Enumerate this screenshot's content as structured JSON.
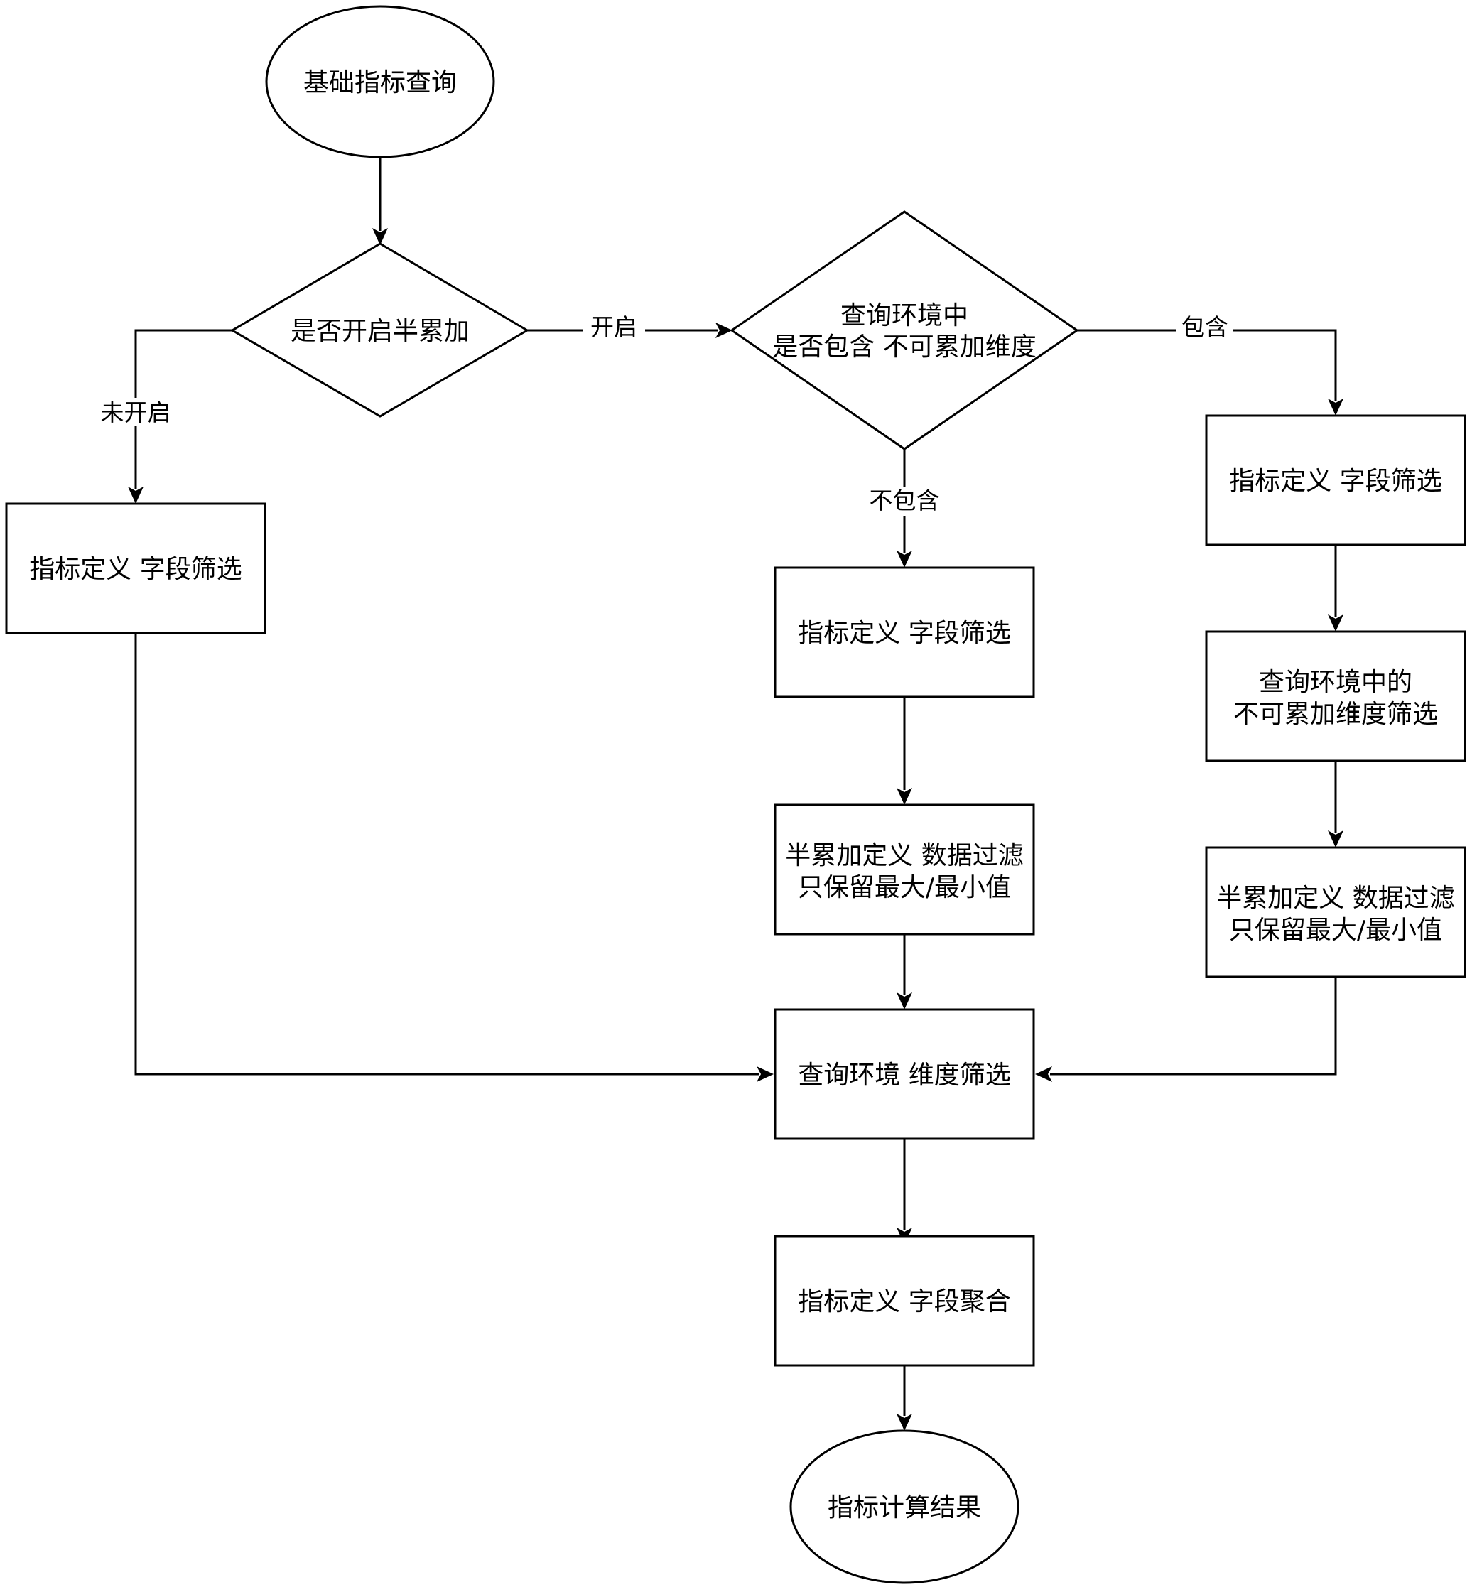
{
  "nodes": {
    "start": {
      "shape": "ellipse",
      "lines": [
        "基础指标查询"
      ]
    },
    "decision_semi_additive": {
      "shape": "diamond",
      "lines": [
        "是否开启半累加"
      ]
    },
    "decision_contains_dimension": {
      "shape": "diamond",
      "lines": [
        "查询环境中",
        "是否包含 不可累加维度"
      ]
    },
    "left_field_filter": {
      "shape": "rect",
      "lines": [
        "指标定义 字段筛选"
      ]
    },
    "middle_field_filter": {
      "shape": "rect",
      "lines": [
        "指标定义 字段筛选"
      ]
    },
    "middle_semi_filter": {
      "shape": "rect",
      "lines": [
        "半累加定义 数据过滤",
        "只保留最大/最小值"
      ]
    },
    "right_field_filter": {
      "shape": "rect",
      "lines": [
        "指标定义 字段筛选"
      ]
    },
    "right_dimension_filter": {
      "shape": "rect",
      "lines": [
        "查询环境中的",
        "不可累加维度筛选"
      ]
    },
    "right_semi_filter": {
      "shape": "rect",
      "lines": [
        "半累加定义 数据过滤",
        "只保留最大/最小值"
      ]
    },
    "env_dimension_filter": {
      "shape": "rect",
      "lines": [
        "查询环境 维度筛选"
      ]
    },
    "field_aggregation": {
      "shape": "rect",
      "lines": [
        "指标定义 字段聚合"
      ]
    },
    "end": {
      "shape": "ellipse",
      "lines": [
        "指标计算结果"
      ]
    }
  },
  "edges": [
    {
      "from": "start",
      "to": "decision_semi_additive",
      "label": ""
    },
    {
      "from": "decision_semi_additive",
      "to": "decision_contains_dimension",
      "label": "开启"
    },
    {
      "from": "decision_semi_additive",
      "to": "left_field_filter",
      "label": "未开启"
    },
    {
      "from": "decision_contains_dimension",
      "to": "middle_field_filter",
      "label": "不包含"
    },
    {
      "from": "decision_contains_dimension",
      "to": "right_field_filter",
      "label": "包含"
    },
    {
      "from": "middle_field_filter",
      "to": "middle_semi_filter",
      "label": ""
    },
    {
      "from": "middle_semi_filter",
      "to": "env_dimension_filter",
      "label": ""
    },
    {
      "from": "right_field_filter",
      "to": "right_dimension_filter",
      "label": ""
    },
    {
      "from": "right_dimension_filter",
      "to": "right_semi_filter",
      "label": ""
    },
    {
      "from": "right_semi_filter",
      "to": "env_dimension_filter",
      "label": ""
    },
    {
      "from": "left_field_filter",
      "to": "env_dimension_filter",
      "label": ""
    },
    {
      "from": "env_dimension_filter",
      "to": "field_aggregation",
      "label": ""
    },
    {
      "from": "field_aggregation",
      "to": "end",
      "label": ""
    }
  ],
  "colors": {
    "stroke": "#000000",
    "fill": "#ffffff",
    "text": "#000000"
  }
}
